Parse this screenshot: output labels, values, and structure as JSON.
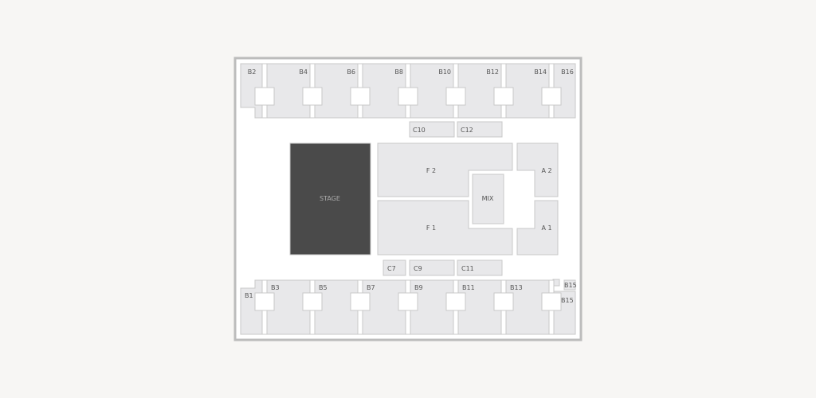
{
  "map": {
    "stage_label": "STAGE",
    "mix_label": "MIX",
    "top_booths": [
      "B2",
      "B4",
      "B6",
      "B8",
      "B10",
      "B12",
      "B14",
      "B16"
    ],
    "bottom_booths": [
      "B1",
      "B3",
      "B5",
      "B7",
      "B9",
      "B11",
      "B13",
      "B15"
    ],
    "extra_booth_small": "B15",
    "top_c": [
      "C10",
      "C12"
    ],
    "bottom_c": [
      "C7",
      "C9",
      "C11"
    ],
    "floor": [
      "F 2",
      "F 1"
    ],
    "aisle": [
      "A 2",
      "A 1"
    ],
    "colors": {
      "stage": "#4a4a4a",
      "section": "#e8e8ea",
      "frame": "#bcbcbc",
      "background": "#f7f6f4"
    }
  }
}
